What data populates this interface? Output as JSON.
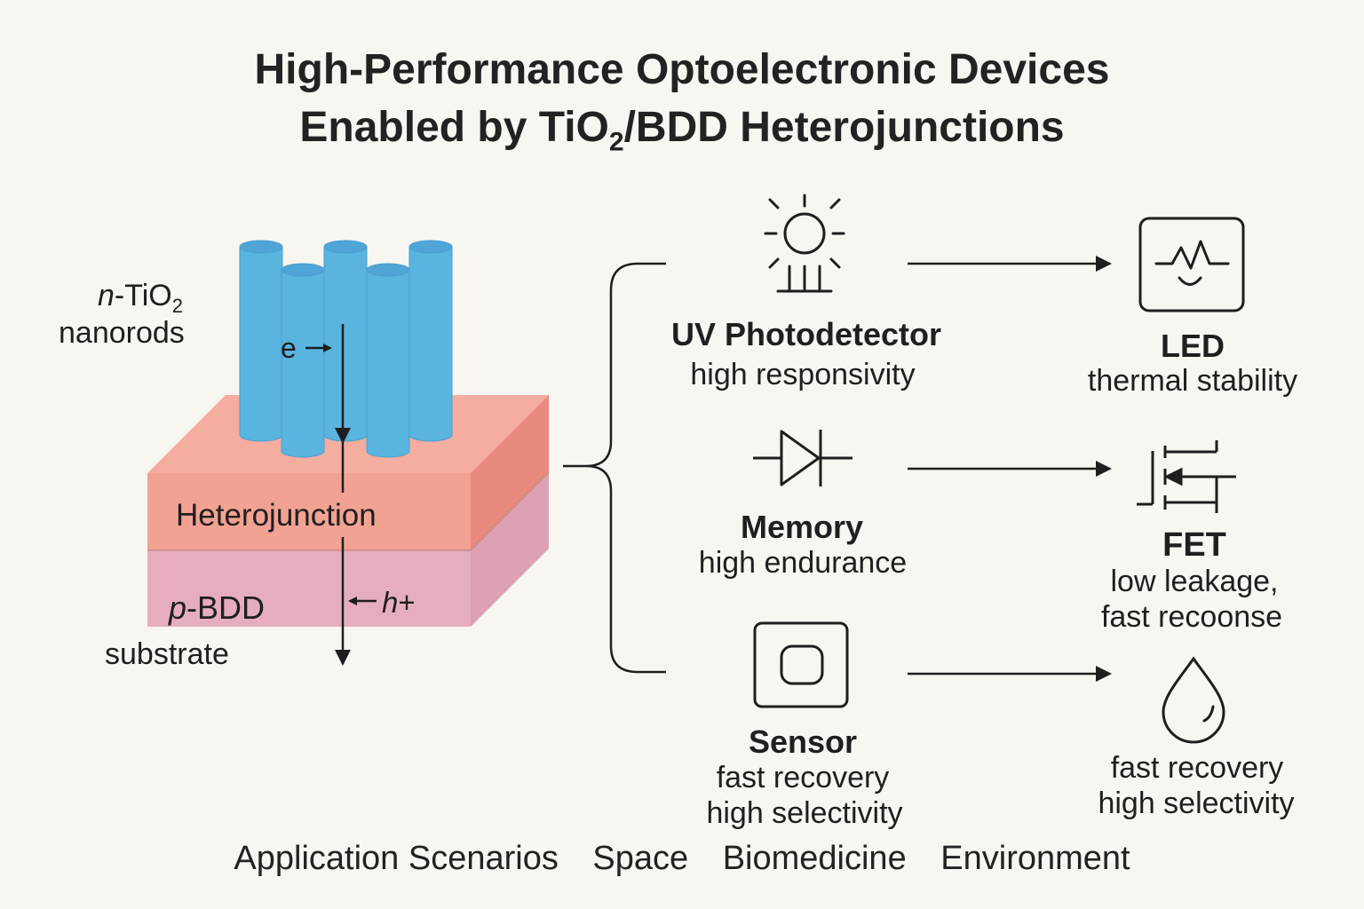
{
  "title": {
    "line1": "High-Performance Optoelectronic Devices",
    "line2_prefix": "Enabled by TiO",
    "line2_sub": "2",
    "line2_suffix": "/BDD Heterojunctions"
  },
  "structure": {
    "nanorods_label_italic": "n",
    "nanorods_label_main": "-TiO",
    "nanorods_label_sub": "2",
    "nanorods_label_line2": "nanorods",
    "electron_label": "e",
    "heterojunction_label": "Heterojunction",
    "bdd_label_italic": "p",
    "bdd_label_main": "-BDD",
    "substrate_label": "substrate",
    "hole_label_italic": "h",
    "hole_label_plus": "+"
  },
  "devices": [
    {
      "name": "UV Photodetector",
      "desc": [
        "high responsivity"
      ],
      "icon": "sun-icon"
    },
    {
      "name": "Memory",
      "desc": [
        "high endurance"
      ],
      "icon": "diode-icon"
    },
    {
      "name": "Sensor",
      "desc": [
        "fast recovery",
        "high selectivity"
      ],
      "icon": "sensor-chip-icon"
    }
  ],
  "outcomes": [
    {
      "name": "LED",
      "desc": [
        "thermal stability"
      ],
      "icon": "monitor-waveform-icon"
    },
    {
      "name": "FET",
      "desc": [
        "low leakage,",
        "fast recoonse"
      ],
      "icon": "transistor-icon"
    },
    {
      "name": "",
      "desc": [
        "fast recovery",
        "high selectivity"
      ],
      "icon": "droplet-icon"
    }
  ],
  "footer": {
    "items": [
      "Application Scenarios",
      "Space",
      "Biomedicine",
      "Environment"
    ]
  },
  "colors": {
    "nanorod": "#5ab4e0",
    "nanorod_top": "#4fa6d6",
    "heterojunction": "#f2a293",
    "heterojunction_side": "#e7897c",
    "heterojunction_top": "#f5ada0",
    "substrate": "#e6aebd",
    "substrate_side": "#dea0b3",
    "line": "#1e1e1e"
  }
}
